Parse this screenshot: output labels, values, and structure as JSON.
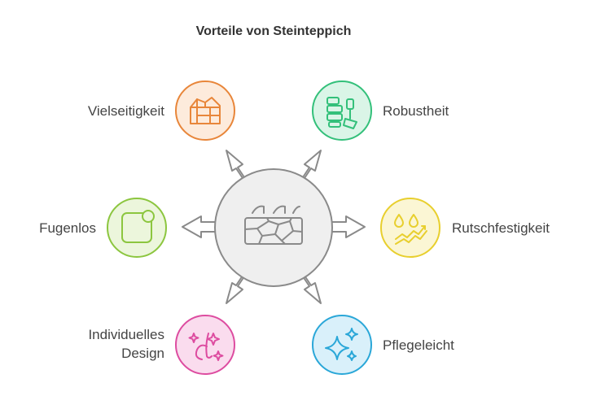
{
  "title": "Vorteile von Steinteppich",
  "center": {
    "icon": "cracked-stone-floor-icon",
    "color": "#efefef",
    "stroke": "#8a8a8a"
  },
  "items": [
    {
      "label": "Vielseitigkeit",
      "icon": "building-blocks-icon",
      "color": "#e8863a",
      "fill": "#fdebdc"
    },
    {
      "label": "Robustheit",
      "icon": "bricks-hammer-icon",
      "color": "#33c07a",
      "fill": "#daf5e7"
    },
    {
      "label": "Fugenlos",
      "icon": "seamless-square-icon",
      "color": "#8cc63f",
      "fill": "#ecf6dc"
    },
    {
      "label": "Rutschfestigkeit",
      "icon": "droplets-grip-icon",
      "color": "#e8cf2e",
      "fill": "#fbf6d4"
    },
    {
      "label": "Individuelles",
      "label2": "Design",
      "icon": "design-sparkle-icon",
      "color": "#dd4ca0",
      "fill": "#fadcee"
    },
    {
      "label": "Pflegeleicht",
      "icon": "sparkles-icon",
      "color": "#2aa7d8",
      "fill": "#d9f0fa"
    }
  ]
}
